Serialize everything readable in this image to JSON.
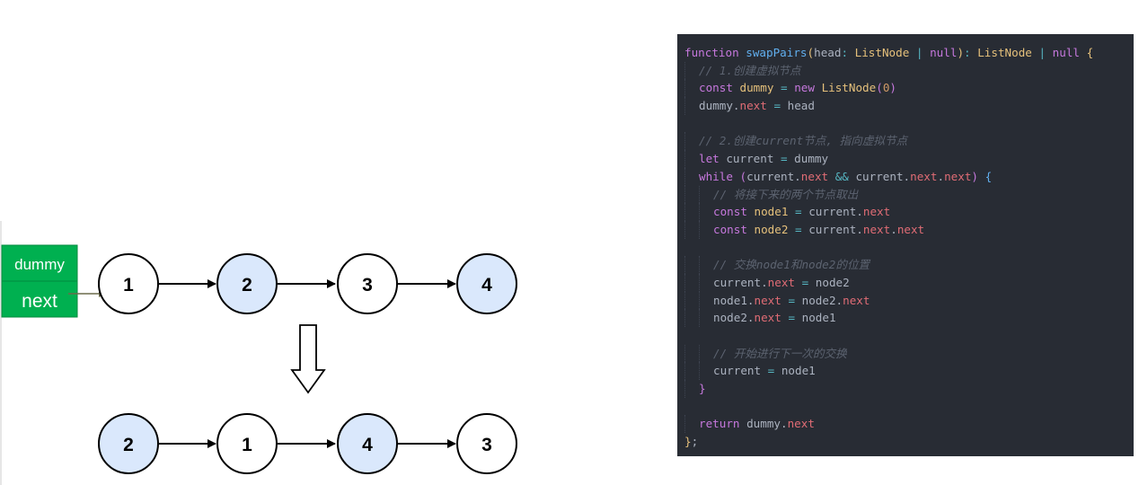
{
  "diagram": {
    "dummy_label": "dummy",
    "next_label": "next",
    "top_row": [
      "1",
      "2",
      "3",
      "4"
    ],
    "bottom_row": [
      "2",
      "1",
      "4",
      "3"
    ],
    "colors": {
      "dummy_box": "#00b050",
      "dummy_border": "#008a3e",
      "highlight_node": "#dae8fc",
      "normal_node": "#ffffff"
    }
  },
  "code": {
    "lines": [
      {
        "indent": 0,
        "tokens": [
          [
            "kw",
            "function"
          ],
          [
            "plain",
            " "
          ],
          [
            "fn",
            "swapPairs"
          ],
          [
            "br1",
            "("
          ],
          [
            "plain",
            "head"
          ],
          [
            "op",
            ":"
          ],
          [
            "plain",
            " "
          ],
          [
            "ty",
            "ListNode"
          ],
          [
            "plain",
            " "
          ],
          [
            "op",
            "|"
          ],
          [
            "plain",
            " "
          ],
          [
            "kw",
            "null"
          ],
          [
            "br1",
            ")"
          ],
          [
            "op",
            ":"
          ],
          [
            "plain",
            " "
          ],
          [
            "ty",
            "ListNode"
          ],
          [
            "plain",
            " "
          ],
          [
            "op",
            "|"
          ],
          [
            "plain",
            " "
          ],
          [
            "kw",
            "null"
          ],
          [
            "plain",
            " "
          ],
          [
            "br1",
            "{"
          ]
        ]
      },
      {
        "indent": 1,
        "tokens": [
          [
            "cm",
            "// 1.创建虚拟节点"
          ]
        ]
      },
      {
        "indent": 1,
        "tokens": [
          [
            "kw",
            "const"
          ],
          [
            "plain",
            " "
          ],
          [
            "var",
            "dummy"
          ],
          [
            "plain",
            " "
          ],
          [
            "op",
            "="
          ],
          [
            "plain",
            " "
          ],
          [
            "kw",
            "new"
          ],
          [
            "plain",
            " "
          ],
          [
            "ty",
            "ListNode"
          ],
          [
            "br2",
            "("
          ],
          [
            "num",
            "0"
          ],
          [
            "br2",
            ")"
          ]
        ]
      },
      {
        "indent": 1,
        "tokens": [
          [
            "plain",
            "dummy."
          ],
          [
            "prop",
            "next"
          ],
          [
            "plain",
            " "
          ],
          [
            "op",
            "="
          ],
          [
            "plain",
            " head"
          ]
        ]
      },
      {
        "indent": 0,
        "tokens": []
      },
      {
        "indent": 1,
        "tokens": [
          [
            "cm",
            "// 2.创建current节点, 指向虚拟节点"
          ]
        ]
      },
      {
        "indent": 1,
        "tokens": [
          [
            "kw",
            "let"
          ],
          [
            "plain",
            " current "
          ],
          [
            "op",
            "="
          ],
          [
            "plain",
            " dummy"
          ]
        ]
      },
      {
        "indent": 1,
        "tokens": [
          [
            "kw",
            "while"
          ],
          [
            "plain",
            " "
          ],
          [
            "br2",
            "("
          ],
          [
            "plain",
            "current."
          ],
          [
            "prop",
            "next"
          ],
          [
            "plain",
            " "
          ],
          [
            "op",
            "&&"
          ],
          [
            "plain",
            " current."
          ],
          [
            "prop",
            "next"
          ],
          [
            "plain",
            "."
          ],
          [
            "prop",
            "next"
          ],
          [
            "br2",
            ")"
          ],
          [
            "plain",
            " "
          ],
          [
            "fn",
            "{"
          ]
        ]
      },
      {
        "indent": 2,
        "tokens": [
          [
            "cm",
            "// 将接下来的两个节点取出"
          ]
        ]
      },
      {
        "indent": 2,
        "tokens": [
          [
            "kw",
            "const"
          ],
          [
            "plain",
            " "
          ],
          [
            "var",
            "node1"
          ],
          [
            "plain",
            " "
          ],
          [
            "op",
            "="
          ],
          [
            "plain",
            " current."
          ],
          [
            "prop",
            "next"
          ]
        ]
      },
      {
        "indent": 2,
        "tokens": [
          [
            "kw",
            "const"
          ],
          [
            "plain",
            " "
          ],
          [
            "var",
            "node2"
          ],
          [
            "plain",
            " "
          ],
          [
            "op",
            "="
          ],
          [
            "plain",
            " current."
          ],
          [
            "prop",
            "next"
          ],
          [
            "plain",
            "."
          ],
          [
            "prop",
            "next"
          ]
        ]
      },
      {
        "indent": 0,
        "tokens": []
      },
      {
        "indent": 2,
        "tokens": [
          [
            "cm",
            "// 交换node1和node2的位置"
          ]
        ]
      },
      {
        "indent": 2,
        "tokens": [
          [
            "plain",
            "current."
          ],
          [
            "prop",
            "next"
          ],
          [
            "plain",
            " "
          ],
          [
            "op",
            "="
          ],
          [
            "plain",
            " node2"
          ]
        ]
      },
      {
        "indent": 2,
        "tokens": [
          [
            "plain",
            "node1."
          ],
          [
            "prop",
            "next"
          ],
          [
            "plain",
            " "
          ],
          [
            "op",
            "="
          ],
          [
            "plain",
            " node2."
          ],
          [
            "prop",
            "next"
          ]
        ]
      },
      {
        "indent": 2,
        "tokens": [
          [
            "plain",
            "node2."
          ],
          [
            "prop",
            "next"
          ],
          [
            "plain",
            " "
          ],
          [
            "op",
            "="
          ],
          [
            "plain",
            " node1"
          ]
        ]
      },
      {
        "indent": 0,
        "tokens": []
      },
      {
        "indent": 2,
        "tokens": [
          [
            "cm",
            "// 开始进行下一次的交换"
          ]
        ]
      },
      {
        "indent": 2,
        "tokens": [
          [
            "plain",
            "current "
          ],
          [
            "op",
            "="
          ],
          [
            "plain",
            " node1"
          ]
        ]
      },
      {
        "indent": 1,
        "tokens": [
          [
            "br2",
            "}"
          ]
        ]
      },
      {
        "indent": 0,
        "tokens": []
      },
      {
        "indent": 1,
        "tokens": [
          [
            "kw",
            "return"
          ],
          [
            "plain",
            " dummy."
          ],
          [
            "prop",
            "next"
          ]
        ]
      },
      {
        "indent": 0,
        "tokens": [
          [
            "br1",
            "}"
          ],
          [
            "plain",
            ";"
          ]
        ]
      }
    ]
  }
}
